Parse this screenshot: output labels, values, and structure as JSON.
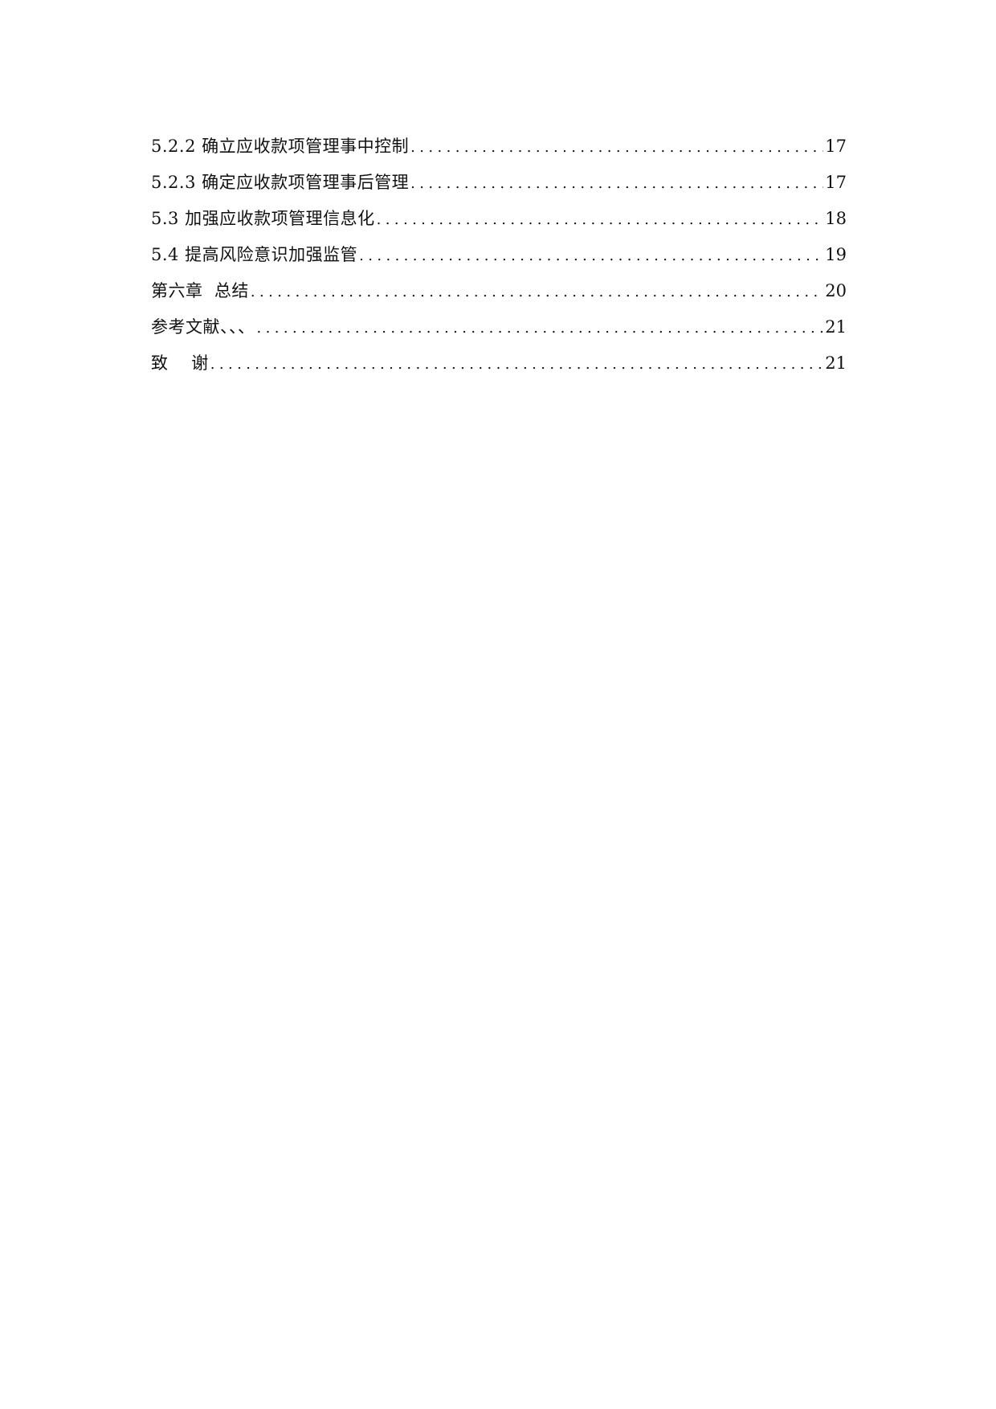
{
  "toc": {
    "entries": [
      {
        "title": "5.2.2 确立应收款项管理事中控制",
        "page": "17"
      },
      {
        "title": "5.2.3 确定应收款项管理事后管理",
        "page": "17"
      },
      {
        "title": "5.3 加强应收款项管理信息化",
        "page": "18"
      },
      {
        "title": "5.4 提高风险意识加强监管",
        "page": "19"
      },
      {
        "title": "第六章  总结",
        "page": "20"
      },
      {
        "title": "参考文献、、、",
        "page": "21"
      },
      {
        "title": "致    谢",
        "page": "21"
      }
    ]
  }
}
